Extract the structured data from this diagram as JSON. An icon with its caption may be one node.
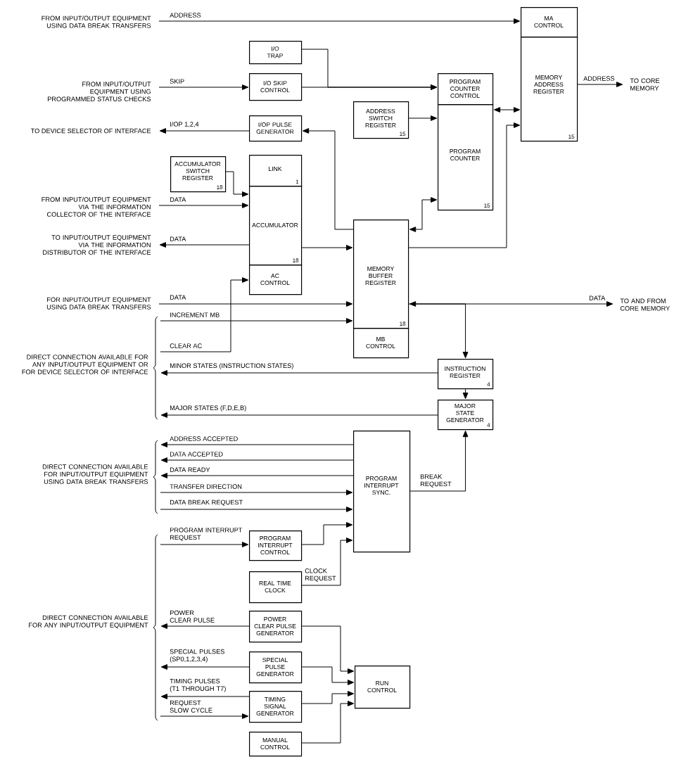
{
  "diagram": {
    "nodes": [
      {
        "text": [
          "FROM INPUT/OUTPUT EQUIPMENT USING DATA BREAK TRANSFERS"
        ]
      },
      {
        "text": [
          "MA CONTROL"
        ]
      },
      {
        "text": [
          "MEMORY ADDRESS REGISTER",
          "15"
        ]
      },
      {
        "text": [
          "TO CORE MEMORY"
        ]
      },
      {
        "text": [
          "I/O TRAP"
        ]
      },
      {
        "text": [
          "FROM INPUT/OUTPUT EQUIPMENT USING PROGRAMMED STATUS CHECKS"
        ]
      },
      {
        "text": [
          "I/O SKIP CONTROL"
        ]
      },
      {
        "text": [
          "PROGRAM COUNTER CONTROL"
        ]
      },
      {
        "text": [
          "PROGRAM COUNTER",
          "15"
        ]
      },
      {
        "text": [
          "ADDRESS SWITCH REGISTER",
          "15"
        ]
      },
      {
        "text": [
          "TO DEVICE SELECTOR OF INTERFACE"
        ]
      },
      {
        "text": [
          "I/OP PULSE GENERATOR"
        ]
      },
      {
        "text": [
          "ACCUMULATOR SWITCH REGISTER",
          "18"
        ]
      },
      {
        "text": [
          "LINK",
          "1"
        ]
      },
      {
        "text": [
          "ACCUMULATOR",
          "18"
        ]
      },
      {
        "text": [
          "FROM INPUT/OUTPUT EQUIPMENT VIA THE INFORMATION COLLECTOR OF THE INTERFACE"
        ]
      },
      {
        "text": [
          "TO INPUT/OUTPUT EQUIPMENT VIA THE INFORMATION DISTRIBUTOR OF THE INTERFACE"
        ]
      },
      {
        "text": [
          "MEMORY BUFFER REGISTER",
          "18"
        ]
      },
      {
        "text": [
          "AC CONTROL"
        ]
      },
      {
        "text": [
          "FOR INPUT/OUTPUT EQUIPMENT USING DATA BREAK TRANSFERS"
        ]
      },
      {
        "text": [
          "TO AND FROM CORE MEMORY"
        ]
      },
      {
        "text": [
          "MB CONTROL"
        ]
      },
      {
        "text": [
          "DIRECT CONNECTION AVAILABLE FOR ANY INPUT/OUTPUT EQUIPMENT OR FOR DEVICE SELECTOR OF INTERFACE"
        ]
      },
      {
        "text": [
          "INSTRUCTION REGISTER",
          "4"
        ]
      },
      {
        "text": [
          "MAJOR STATE GENERATOR",
          "4"
        ]
      },
      {
        "text": [
          "DIRECT CONNECTION AVAILABLE FOR INPUT/OUTPUT EQUIPMENT USING DATA BREAK TRANSFERS"
        ]
      },
      {
        "text": [
          "PROGRAM INTERRUPT SYNC."
        ]
      },
      {
        "text": [
          "DIRECT CONNECTION AVAILABLE FOR ANY INPUT/OUTPUT EQUIPMENT"
        ]
      },
      {
        "text": [
          "PROGRAM INTERRUPT CONTROL"
        ]
      },
      {
        "text": [
          "REAL TIME CLOCK"
        ]
      },
      {
        "text": [
          "POWER CLEAR PULSE GENERATOR"
        ]
      },
      {
        "text": [
          "SPECIAL PULSE GENERATOR"
        ]
      },
      {
        "text": [
          "TIMING SIGNAL GENERATOR"
        ]
      },
      {
        "text": [
          "MANUAL CONTROL"
        ]
      },
      {
        "text": [
          "RUN CONTROL"
        ]
      }
    ],
    "edges": [
      {
        "from": 0,
        "to": 1,
        "arrow": "to",
        "label": "ADDRESS"
      },
      {
        "from": 4,
        "to": 7,
        "arrow": "to"
      },
      {
        "from": 5,
        "to": 6,
        "arrow": "to",
        "label": "SKIP"
      },
      {
        "from": 6,
        "to": 7,
        "arrow": "to"
      },
      {
        "from": 8,
        "to": 2,
        "arrow": "both"
      },
      {
        "from": 9,
        "to": 8,
        "arrow": "to"
      },
      {
        "from": 2,
        "to": 3,
        "arrow": "to",
        "label": "ADDRESS"
      },
      {
        "from": 11,
        "to": 10,
        "arrow": "to",
        "label": "I/OP 1,2,4"
      },
      {
        "from": 17,
        "to": 11,
        "arrow": "to"
      },
      {
        "from": 12,
        "to": 14,
        "arrow": "to"
      },
      {
        "from": 15,
        "to": 14,
        "arrow": "to",
        "label": "DATA"
      },
      {
        "from": 14,
        "to": 16,
        "arrow": "to",
        "label": "DATA"
      },
      {
        "from": 14,
        "to": 17,
        "arrow": "to"
      },
      {
        "from": 17,
        "to": 8,
        "arrow": "both"
      },
      {
        "from": 17,
        "to": 2,
        "arrow": "to"
      },
      {
        "from": 19,
        "to": 17,
        "arrow": "to",
        "label": "DATA"
      },
      {
        "from": 17,
        "to": 20,
        "arrow": "both",
        "label": "DATA"
      },
      {
        "from": 22,
        "to": 17,
        "arrow": "to",
        "label": "INCREMENT MB"
      },
      {
        "from": 22,
        "to": 18,
        "arrow": "to",
        "label": "CLEAR AC"
      },
      {
        "from": 17,
        "to": 23,
        "arrow": "to"
      },
      {
        "from": 23,
        "to": 22,
        "arrow": "to",
        "label": "MINOR STATES (INSTRUCTION STATES)"
      },
      {
        "from": 23,
        "to": 24,
        "arrow": "to"
      },
      {
        "from": 24,
        "to": 22,
        "arrow": "to",
        "label": "MAJOR STATES (F,D,E,B)"
      },
      {
        "from": 26,
        "to": 24,
        "arrow": "to",
        "label": "BREAK REQUEST"
      },
      {
        "from": 26,
        "to": 25,
        "arrow": "to",
        "label": "ADDRESS ACCEPTED"
      },
      {
        "from": 26,
        "to": 25,
        "arrow": "to",
        "label": "DATA ACCEPTED"
      },
      {
        "from": 26,
        "to": 25,
        "arrow": "to",
        "label": "DATA READY"
      },
      {
        "from": 25,
        "to": 26,
        "arrow": "to",
        "label": "TRANSFER DIRECTION"
      },
      {
        "from": 25,
        "to": 26,
        "arrow": "to",
        "label": "DATA BREAK REQUEST"
      },
      {
        "from": 27,
        "to": 28,
        "arrow": "to",
        "label": "PROGRAM INTERRUPT REQUEST"
      },
      {
        "from": 28,
        "to": 26,
        "arrow": "to"
      },
      {
        "from": 29,
        "to": 26,
        "arrow": "to",
        "label": "CLOCK REQUEST"
      },
      {
        "from": 30,
        "to": 27,
        "arrow": "to",
        "label": "POWER CLEAR PULSE"
      },
      {
        "from": 31,
        "to": 27,
        "arrow": "to",
        "label": "SPECIAL PULSES (SP0,1,2,3,4)"
      },
      {
        "from": 32,
        "to": 27,
        "arrow": "to",
        "label": "TIMING PULSES (T1 THROUGH T7)"
      },
      {
        "from": 27,
        "to": 32,
        "arrow": "to",
        "label": "REQUEST SLOW CYCLE"
      },
      {
        "from": 30,
        "to": 34,
        "arrow": "to"
      },
      {
        "from": 31,
        "to": 34,
        "arrow": "to"
      },
      {
        "from": 32,
        "to": 34,
        "arrow": "to"
      },
      {
        "from": 33,
        "to": 34,
        "arrow": "to"
      }
    ]
  }
}
